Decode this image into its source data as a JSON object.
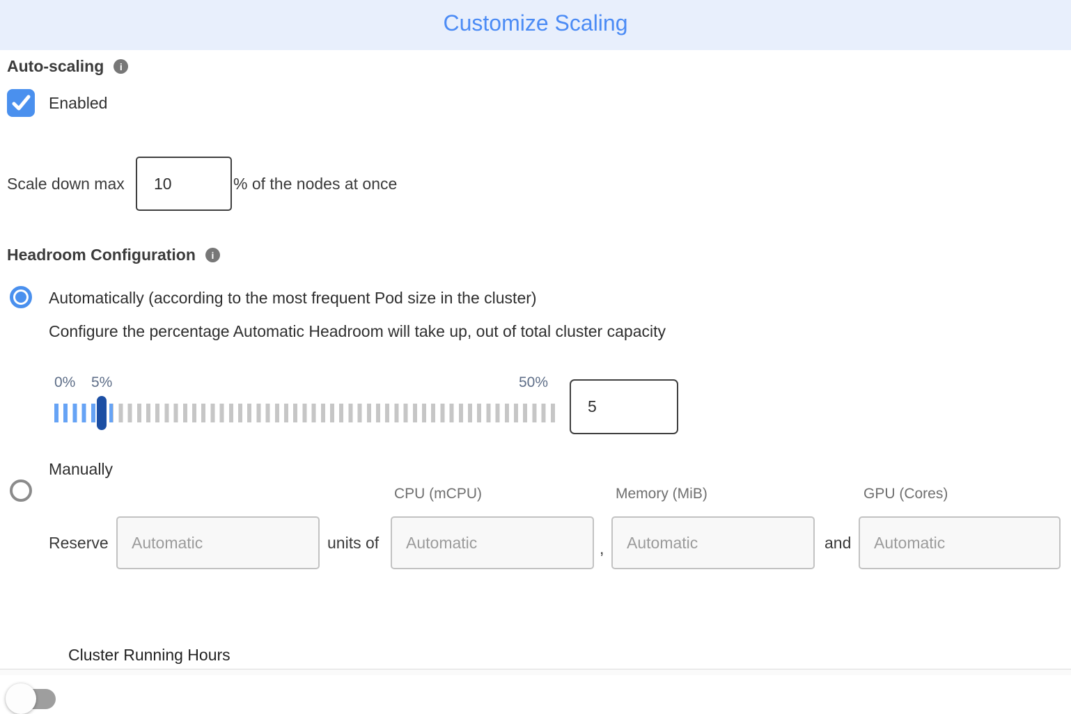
{
  "header": {
    "title": "Customize Scaling"
  },
  "auto_scaling": {
    "label": "Auto-scaling",
    "enabled_label": "Enabled",
    "enabled_checked": true
  },
  "scale_down": {
    "prefix": "Scale down max",
    "value": "10",
    "suffix": "% of the nodes at once"
  },
  "headroom": {
    "label": "Headroom Configuration",
    "automatic_option": "Automatically (according to the most frequent Pod size in the cluster)",
    "automatic_selected": true,
    "description": "Configure the percentage Automatic Headroom will take up, out of total cluster capacity",
    "slider": {
      "min_label": "0%",
      "current_label": "5%",
      "max_label": "50%",
      "value": "5"
    },
    "manual_option": "Manually",
    "manual_selected": false
  },
  "manual_reserve": {
    "columns": [
      "CPU (mCPU)",
      "Memory (MiB)",
      "GPU (Cores)"
    ],
    "reserve_label": "Reserve",
    "units_of_label": "units of",
    "comma": ",",
    "and_label": "and",
    "units_placeholder": "Automatic",
    "cpu_placeholder": "Automatic",
    "memory_placeholder": "Automatic",
    "gpu_placeholder": "Automatic"
  },
  "cluster_running_hours": {
    "label": "Cluster Running Hours",
    "enabled": false
  },
  "colors": {
    "accent_blue": "#4a90ee",
    "title_blue": "#4b8bf5",
    "header_bg": "#e8effc",
    "slider_handle": "#1c4fa4",
    "tick_blue": "#66a3f5",
    "tick_gray": "#c6c6c6"
  }
}
